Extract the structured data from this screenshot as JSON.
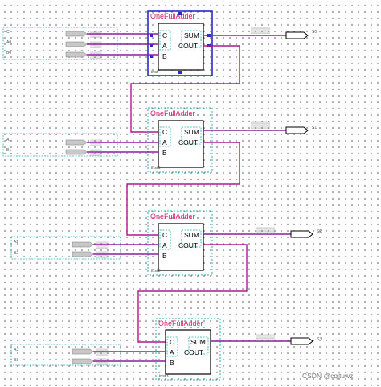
{
  "watermark": "CSDN @cqjtuwz",
  "adders": [
    {
      "title": "OneFullAdder",
      "instance": "inst",
      "port_c": "C",
      "port_a": "A",
      "port_b": "B",
      "port_sum": "SUM",
      "port_cout": "COUT",
      "inputs": [
        "C",
        "A0",
        "B0"
      ],
      "output": "S0",
      "selected": true
    },
    {
      "title": "OneFullAdder",
      "instance": "inst1",
      "port_c": "C",
      "port_a": "A",
      "port_b": "B",
      "port_sum": "SUM",
      "port_cout": "COUT",
      "inputs": [
        "A1",
        "B1"
      ],
      "output": "S1",
      "selected": false
    },
    {
      "title": "OneFullAdder",
      "instance": "inst2",
      "port_c": "C",
      "port_a": "A",
      "port_b": "B",
      "port_sum": "SUM",
      "port_cout": "COUT",
      "inputs": [
        "A2",
        "B2"
      ],
      "output": "S2",
      "selected": false
    },
    {
      "title": "OneFullAdder",
      "instance": "inst3",
      "port_c": "C",
      "port_a": "A",
      "port_b": "B",
      "port_sum": "SUM",
      "port_cout": "COUT",
      "inputs": [
        "A3",
        "B3"
      ],
      "output": "S3",
      "selected": false
    }
  ]
}
